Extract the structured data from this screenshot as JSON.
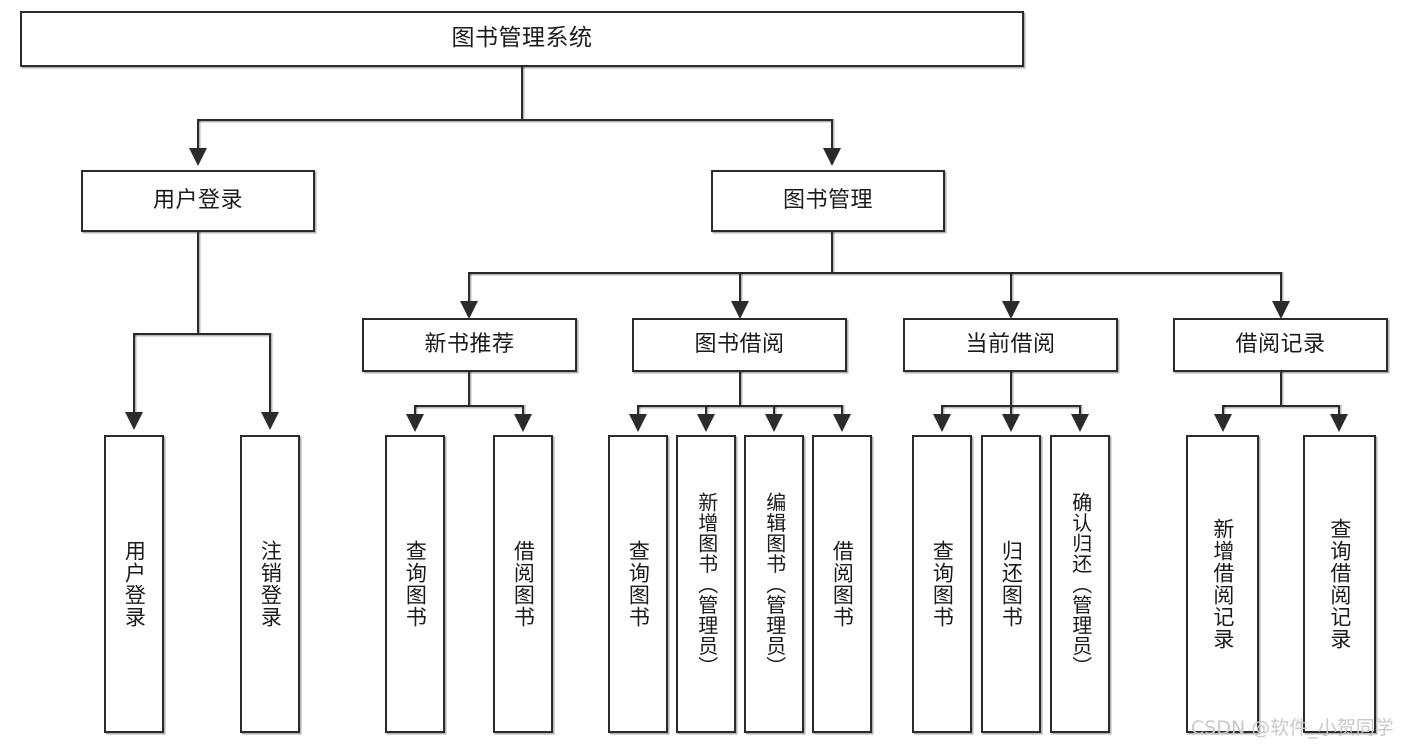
{
  "diagram": {
    "type": "tree-hierarchy-chart",
    "title": "图书管理系统",
    "root": {
      "label": "图书管理系统"
    },
    "level2": [
      {
        "label": "用户登录"
      },
      {
        "label": "图书管理"
      }
    ],
    "level3": [
      {
        "label": "新书推荐"
      },
      {
        "label": "图书借阅"
      },
      {
        "label": "当前借阅"
      },
      {
        "label": "借阅记录"
      }
    ],
    "leaves": {
      "user_login": [
        {
          "label": "用户登录"
        },
        {
          "label": "注销登录"
        }
      ],
      "new_book_recommend": [
        {
          "label": "查询图书"
        },
        {
          "label": "借阅图书"
        }
      ],
      "book_borrow": [
        {
          "label": "查询图书"
        },
        {
          "label": "新增图书（管理员）"
        },
        {
          "label": "编辑图书（管理员）"
        },
        {
          "label": "借阅图书"
        }
      ],
      "current_borrow": [
        {
          "label": "查询图书"
        },
        {
          "label": "归还图书"
        },
        {
          "label": "确认归还（管理员）"
        }
      ],
      "borrow_record": [
        {
          "label": "新增借阅记录"
        },
        {
          "label": "查询借阅记录"
        }
      ]
    }
  },
  "watermark": {
    "text": "CSDN @软件_小贺同学"
  },
  "colors": {
    "stroke": "#2b2b2b",
    "fill": "#ffffff",
    "text": "#1b1b1b",
    "watermark": "#c9c9c9"
  }
}
